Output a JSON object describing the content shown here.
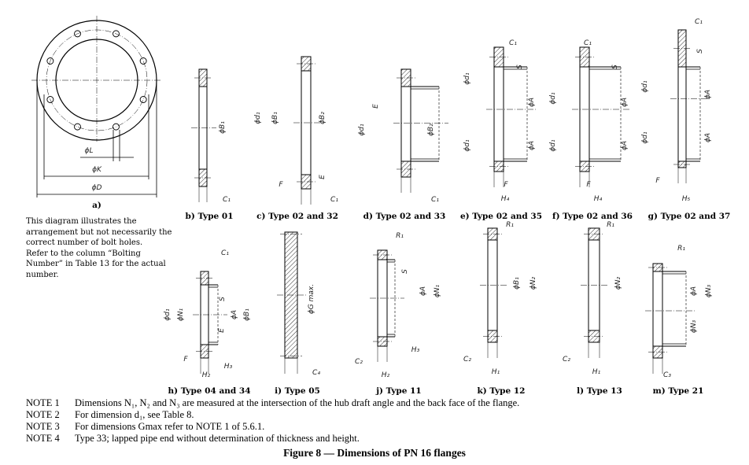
{
  "figure_title": "Figure 8 — Dimensions of PN 16 flanges",
  "description_lines": [
    "This diagram illustrates the",
    "arrangement but not necessarily the",
    "correct number of bolt holes.",
    "Refer to the column “Bolting",
    "Number” in Table 13 for the actual",
    "number."
  ],
  "notes": [
    {
      "label": "NOTE 1",
      "text": "Dimensions N₁, N₂ and N₃ are measured at the intersection of the hub draft angle and the back face of the flange."
    },
    {
      "label": "NOTE 2",
      "text": "For dimension d₁, see Table 8."
    },
    {
      "label": "NOTE 3",
      "text": "For dimensions Gmax refer to NOTE 1 of 5.6.1."
    },
    {
      "label": "NOTE 4",
      "text": "Type 33; lapped pipe end without determination of thickness and height."
    }
  ],
  "drawings": {
    "a": {
      "caption": "a)",
      "labels": [
        "ϕL",
        "ϕK",
        "ϕD"
      ]
    },
    "b": {
      "caption": "b) Type 01",
      "labels": [
        "ϕB₁",
        "C₁"
      ]
    },
    "c": {
      "caption": "c) Type 02 and 32",
      "labels": [
        "ϕd₁",
        "ϕB₁",
        "ϕB₂",
        "F",
        "E",
        "C₁"
      ]
    },
    "d": {
      "caption": "d) Type 02 and 33",
      "labels": [
        "ϕd₁",
        "E",
        "ϕB₂",
        "C₁"
      ]
    },
    "e": {
      "caption": "e) Type 02 and 35",
      "labels": [
        "C₁",
        "S",
        "ϕd₁",
        "ϕd₁",
        "ϕA",
        "ϕA",
        "F",
        "H₄"
      ]
    },
    "f": {
      "caption": "f) Type 02 and 36",
      "labels": [
        "C₁",
        "S",
        "ϕd₁",
        "ϕd₁",
        "ϕA",
        "ϕA",
        "F",
        "H₄"
      ]
    },
    "g": {
      "caption": "g) Type 02 and 37",
      "labels": [
        "C₁",
        "S",
        "ϕd₁",
        "ϕd₁",
        "ϕA",
        "ϕA",
        "F",
        "H₅"
      ]
    },
    "h": {
      "caption": "h) Type 04 and 34",
      "labels": [
        "C₁",
        "ϕd₁",
        "ϕN₁",
        "S",
        "E",
        "ϕA",
        "ϕB₁",
        "F",
        "H₂",
        "H₃"
      ]
    },
    "i": {
      "caption": "i) Type 05",
      "labels": [
        "ϕG max.",
        "C₄"
      ]
    },
    "j": {
      "caption": "j) Type 11",
      "labels": [
        "R₁",
        "S",
        "ϕA",
        "ϕN₁",
        "H₃",
        "C₂",
        "H₂"
      ]
    },
    "k": {
      "caption": "k) Type 12",
      "labels": [
        "R₁",
        "ϕB₁",
        "ϕN₂",
        "C₂",
        "H₁"
      ]
    },
    "l": {
      "caption": "l) Type 13",
      "labels": [
        "R₁",
        "ϕN₂",
        "C₂",
        "H₁"
      ]
    },
    "m": {
      "caption": "m) Type 21",
      "labels": [
        "R₁",
        "ϕA",
        "ϕN₃",
        "ϕN₃",
        "C₃"
      ]
    }
  }
}
